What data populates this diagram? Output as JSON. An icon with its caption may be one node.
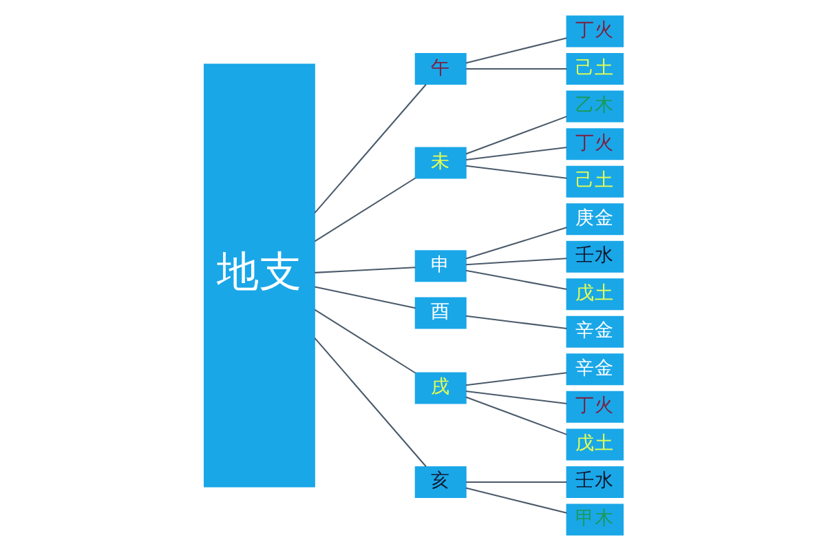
{
  "diagram": {
    "nodes": [
      {
        "text": [
          "地支"
        ]
      },
      {
        "text": [
          "午"
        ]
      },
      {
        "text": [
          "丁火"
        ]
      },
      {
        "text": [
          "己土"
        ]
      },
      {
        "text": [
          "未"
        ]
      },
      {
        "text": [
          "乙木"
        ]
      },
      {
        "text": [
          "丁火"
        ]
      },
      {
        "text": [
          "己土"
        ]
      },
      {
        "text": [
          "申"
        ]
      },
      {
        "text": [
          "庚金"
        ]
      },
      {
        "text": [
          "壬水"
        ]
      },
      {
        "text": [
          "戊土"
        ]
      },
      {
        "text": [
          "酉"
        ]
      },
      {
        "text": [
          "辛金"
        ]
      },
      {
        "text": [
          "戌"
        ]
      },
      {
        "text": [
          "辛金"
        ]
      },
      {
        "text": [
          "丁火"
        ]
      },
      {
        "text": [
          "戊土"
        ]
      },
      {
        "text": [
          "亥"
        ]
      },
      {
        "text": [
          "壬水"
        ]
      },
      {
        "text": [
          "甲木"
        ]
      }
    ],
    "edges": [
      {
        "from": 0,
        "to": 1,
        "arrow": "none"
      },
      {
        "from": 0,
        "to": 4,
        "arrow": "none"
      },
      {
        "from": 0,
        "to": 8,
        "arrow": "none"
      },
      {
        "from": 0,
        "to": 12,
        "arrow": "none"
      },
      {
        "from": 0,
        "to": 14,
        "arrow": "none"
      },
      {
        "from": 0,
        "to": 18,
        "arrow": "none"
      },
      {
        "from": 1,
        "to": 2,
        "arrow": "none"
      },
      {
        "from": 1,
        "to": 3,
        "arrow": "none"
      },
      {
        "from": 4,
        "to": 5,
        "arrow": "none"
      },
      {
        "from": 4,
        "to": 6,
        "arrow": "none"
      },
      {
        "from": 4,
        "to": 7,
        "arrow": "none"
      },
      {
        "from": 8,
        "to": 9,
        "arrow": "none"
      },
      {
        "from": 8,
        "to": 10,
        "arrow": "none"
      },
      {
        "from": 8,
        "to": 11,
        "arrow": "none"
      },
      {
        "from": 12,
        "to": 13,
        "arrow": "none"
      },
      {
        "from": 14,
        "to": 15,
        "arrow": "none"
      },
      {
        "from": 14,
        "to": 16,
        "arrow": "none"
      },
      {
        "from": 14,
        "to": 17,
        "arrow": "none"
      },
      {
        "from": 18,
        "to": 19,
        "arrow": "none"
      },
      {
        "from": 18,
        "to": 20,
        "arrow": "none"
      }
    ]
  }
}
